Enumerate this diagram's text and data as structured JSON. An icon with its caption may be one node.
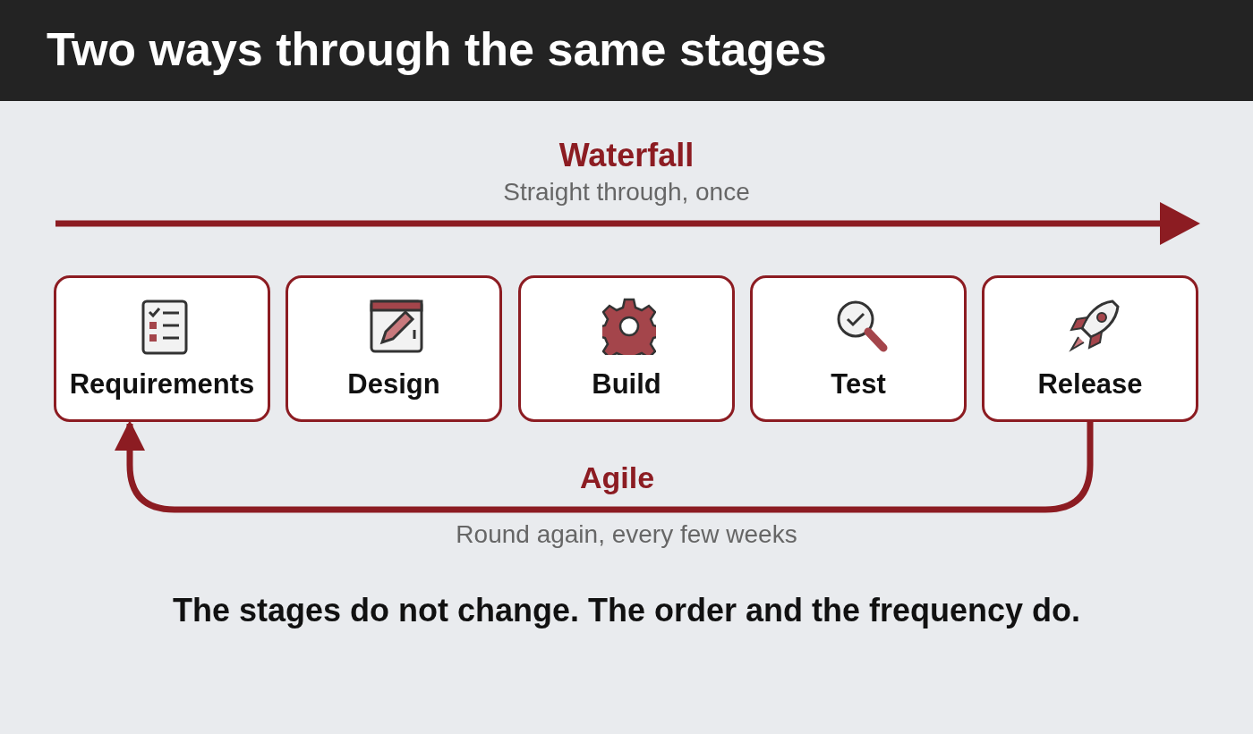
{
  "diagram": {
    "title": "Two ways through the same stages",
    "nodes": [
      {
        "text": [
          "Requirements"
        ]
      },
      {
        "text": [
          "Design"
        ]
      },
      {
        "text": [
          "Build"
        ]
      },
      {
        "text": [
          "Test"
        ]
      },
      {
        "text": [
          "Release"
        ]
      }
    ],
    "edges": [
      {
        "from": 4,
        "to": 0,
        "arrow": "to",
        "label": "Agile"
      }
    ],
    "labels": [
      "Waterfall",
      "Straight through, once",
      "Round again, every few weeks"
    ],
    "caption": "The stages do not change. The order and the frequency do."
  }
}
